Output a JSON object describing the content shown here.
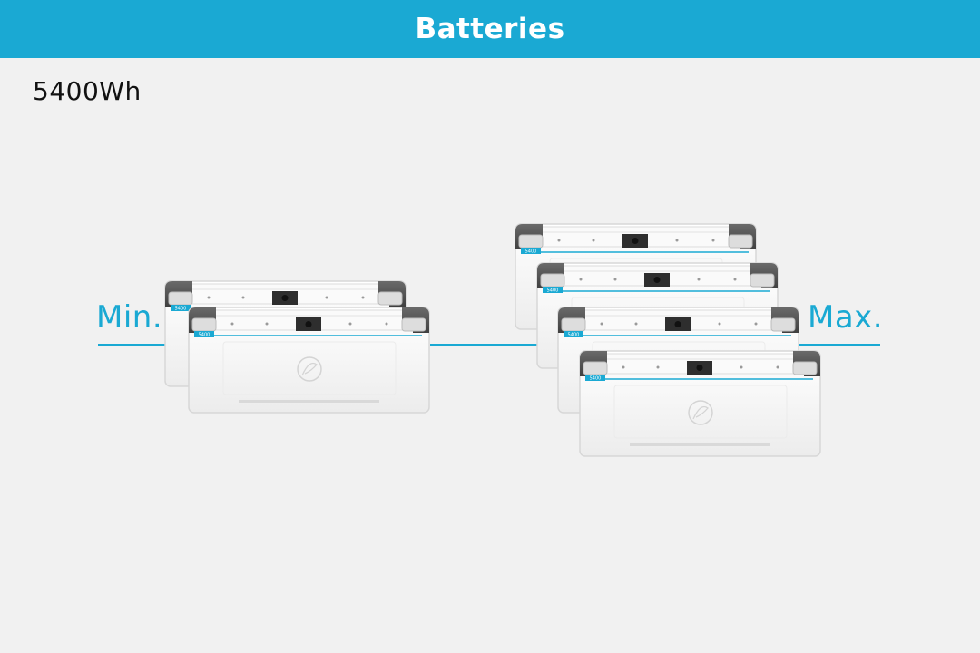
{
  "header": {
    "title": "Batteries"
  },
  "capacity": "5400Wh",
  "range": {
    "min_label": "Min.",
    "max_label": "Max.",
    "min_units": 2,
    "max_units": 4
  },
  "battery": {
    "model_label": "5400"
  },
  "colors": {
    "accent": "#1aa9d3",
    "background": "#f1f1f1",
    "battery_body": "#f7f7f7",
    "battery_cap": "#555555"
  }
}
